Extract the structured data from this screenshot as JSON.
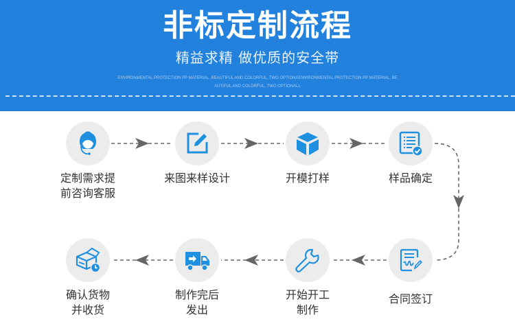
{
  "header": {
    "title": "非标定制流程",
    "subtitle": "精益求精 做优质的安全带",
    "english_line1": "ENVIRONMENTAL PROTECTION PP MATERIAL, BEAUTIFUL AND COLORFUL, TWO OPTIONAENVIRONMENTAL PROTECTION PP MATERIAL, BE",
    "english_line2": "AUTIFUL AND COLORFUL, TWO OPTIONALL",
    "background_color": "#2181dd"
  },
  "steps": [
    {
      "id": 1,
      "icon": "customer-service-icon",
      "line1": "定制需求提",
      "line2": "前咨询客服"
    },
    {
      "id": 2,
      "icon": "edit-icon",
      "line1": "来图来样设计",
      "line2": ""
    },
    {
      "id": 3,
      "icon": "cube-icon",
      "line1": "开模打样",
      "line2": ""
    },
    {
      "id": 4,
      "icon": "checklist-icon",
      "line1": "样品确定",
      "line2": ""
    },
    {
      "id": 5,
      "icon": "contract-sign-icon",
      "line1": "合同签订",
      "line2": ""
    },
    {
      "id": 6,
      "icon": "wrench-icon",
      "line1": "开始开工",
      "line2": "制作"
    },
    {
      "id": 7,
      "icon": "delivery-truck-icon",
      "line1": "制作完后",
      "line2": "发出"
    },
    {
      "id": 8,
      "icon": "package-receipt-icon",
      "line1": "确认货物",
      "line2": "并收货"
    }
  ],
  "colors": {
    "icon_blue": "#1f8fdf",
    "circle_bg": "#ececec",
    "arrow": "#666666"
  }
}
